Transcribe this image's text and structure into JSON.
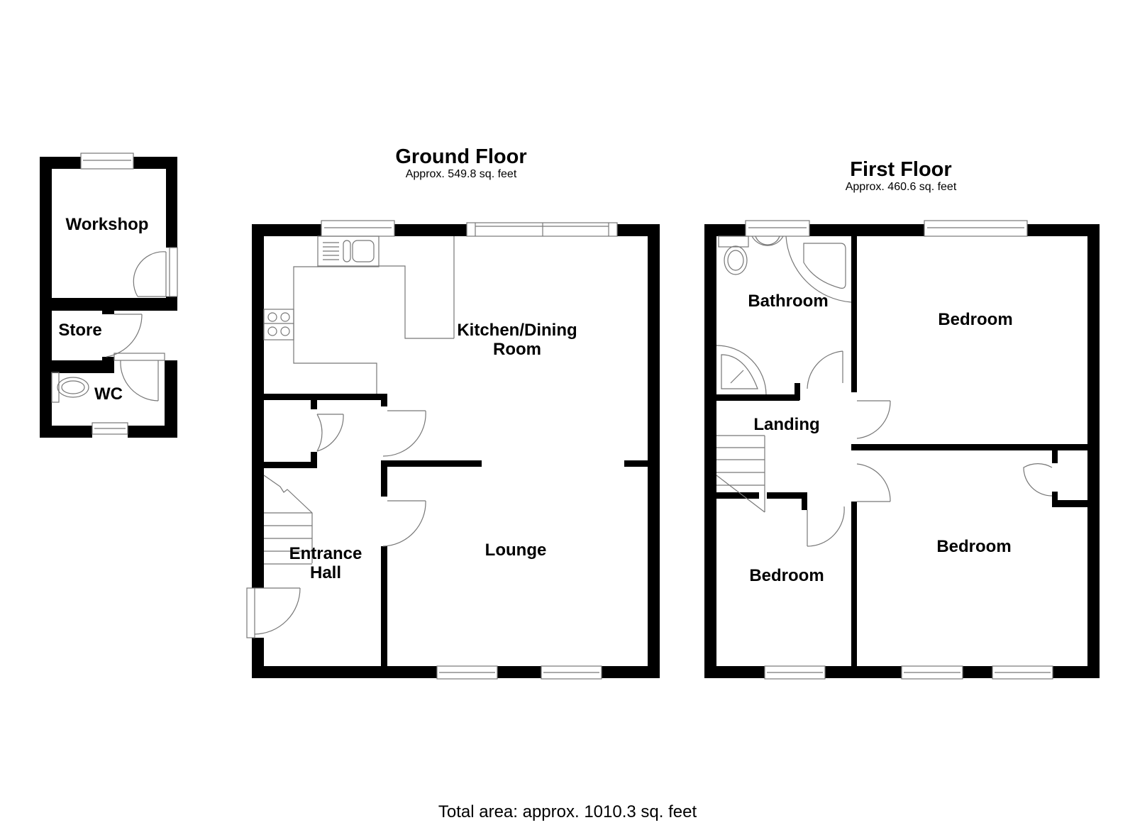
{
  "outbuilding": {
    "rooms": [
      {
        "name": "Workshop"
      },
      {
        "name": "Store"
      },
      {
        "name": "WC"
      }
    ]
  },
  "ground_floor": {
    "title": "Ground Floor",
    "area": "Approx. 549.8 sq. feet",
    "rooms": [
      {
        "name": "Kitchen/Dining Room",
        "line1": "Kitchen/Dining",
        "line2": "Room"
      },
      {
        "name": "Entrance Hall",
        "line1": "Entrance",
        "line2": "Hall"
      },
      {
        "name": "Lounge"
      }
    ]
  },
  "first_floor": {
    "title": "First Floor",
    "area": "Approx. 460.6 sq. feet",
    "rooms": [
      {
        "name": "Bathroom"
      },
      {
        "name": "Bedroom"
      },
      {
        "name": "Landing"
      },
      {
        "name": "Bedroom"
      },
      {
        "name": "Bedroom"
      }
    ]
  },
  "total_area": "Total area: approx. 1010.3 sq. feet",
  "colors": {
    "wall": "#000000",
    "fixture_line": "#777777",
    "background": "#ffffff"
  }
}
